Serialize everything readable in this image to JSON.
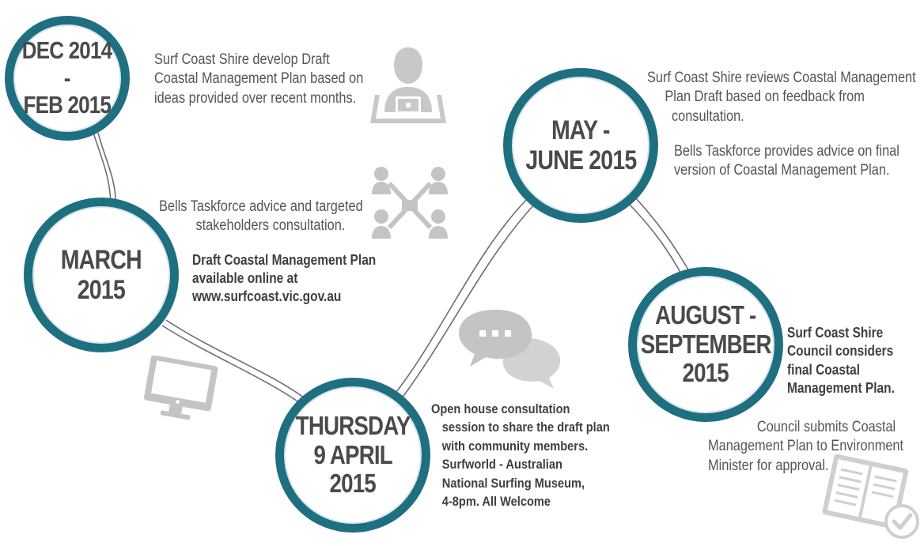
{
  "milestones": [
    {
      "lines": [
        "DEC 2014",
        "-",
        "FEB 2015"
      ]
    },
    {
      "lines": [
        "MARCH",
        "2015"
      ]
    },
    {
      "lines": [
        "THURSDAY",
        "9 APRIL",
        "2015"
      ]
    },
    {
      "lines": [
        "MAY -",
        "JUNE 2015"
      ]
    },
    {
      "lines": [
        "AUGUST -",
        "SEPTEMBER",
        "2015"
      ]
    }
  ],
  "descriptions": {
    "dec_feb": [
      "Surf Coast Shire develop Draft",
      "Coastal Management Plan based on",
      "ideas provided over recent months."
    ],
    "march_advice": [
      "Bells Taskforce advice and targeted",
      "stakeholders consultation."
    ],
    "march_online": [
      "Draft Coastal Management Plan",
      "available online at",
      "www.surfcoast.vic.gov.au"
    ],
    "april": [
      "Open house consultation",
      "session to share the draft plan",
      "with community members.",
      "Surfworld - Australian",
      "National Surfing Museum,",
      "4-8pm.  All Welcome"
    ],
    "may_review": [
      "Surf Coast Shire reviews Coastal Management",
      "Plan Draft based on feedback from",
      "consultation."
    ],
    "may_taskforce": [
      "Bells Taskforce provides advice on final",
      "version of Coastal Management Plan."
    ],
    "aug_council": [
      "Surf Coast Shire",
      "Council considers",
      "final Coastal",
      "Management Plan."
    ],
    "aug_submit": [
      "Council submits Coastal",
      "Management Plan to Environment",
      "Minister for approval."
    ]
  },
  "icons": [
    "person-at-laptop-icon",
    "network-people-icon",
    "computer-monitor-icon",
    "speech-bubbles-icon",
    "document-check-icon"
  ],
  "colors": {
    "ring": "#1e6f80",
    "icon": "#c4c4c4",
    "text": "#555555",
    "connector": "#6a6a6a"
  }
}
